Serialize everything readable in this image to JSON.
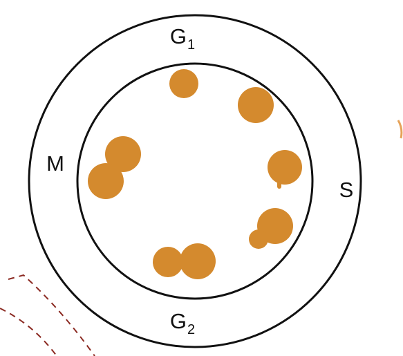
{
  "labels": {
    "g1": {
      "main": "G",
      "sub": "1"
    },
    "g2": {
      "main": "G",
      "sub": "2"
    },
    "m": "M",
    "s": "S"
  },
  "colors": {
    "blob": "#D48A2E",
    "ring": "#111111",
    "dashed_arc": "#8B2A22",
    "edge_mark": "#E6A35A"
  }
}
